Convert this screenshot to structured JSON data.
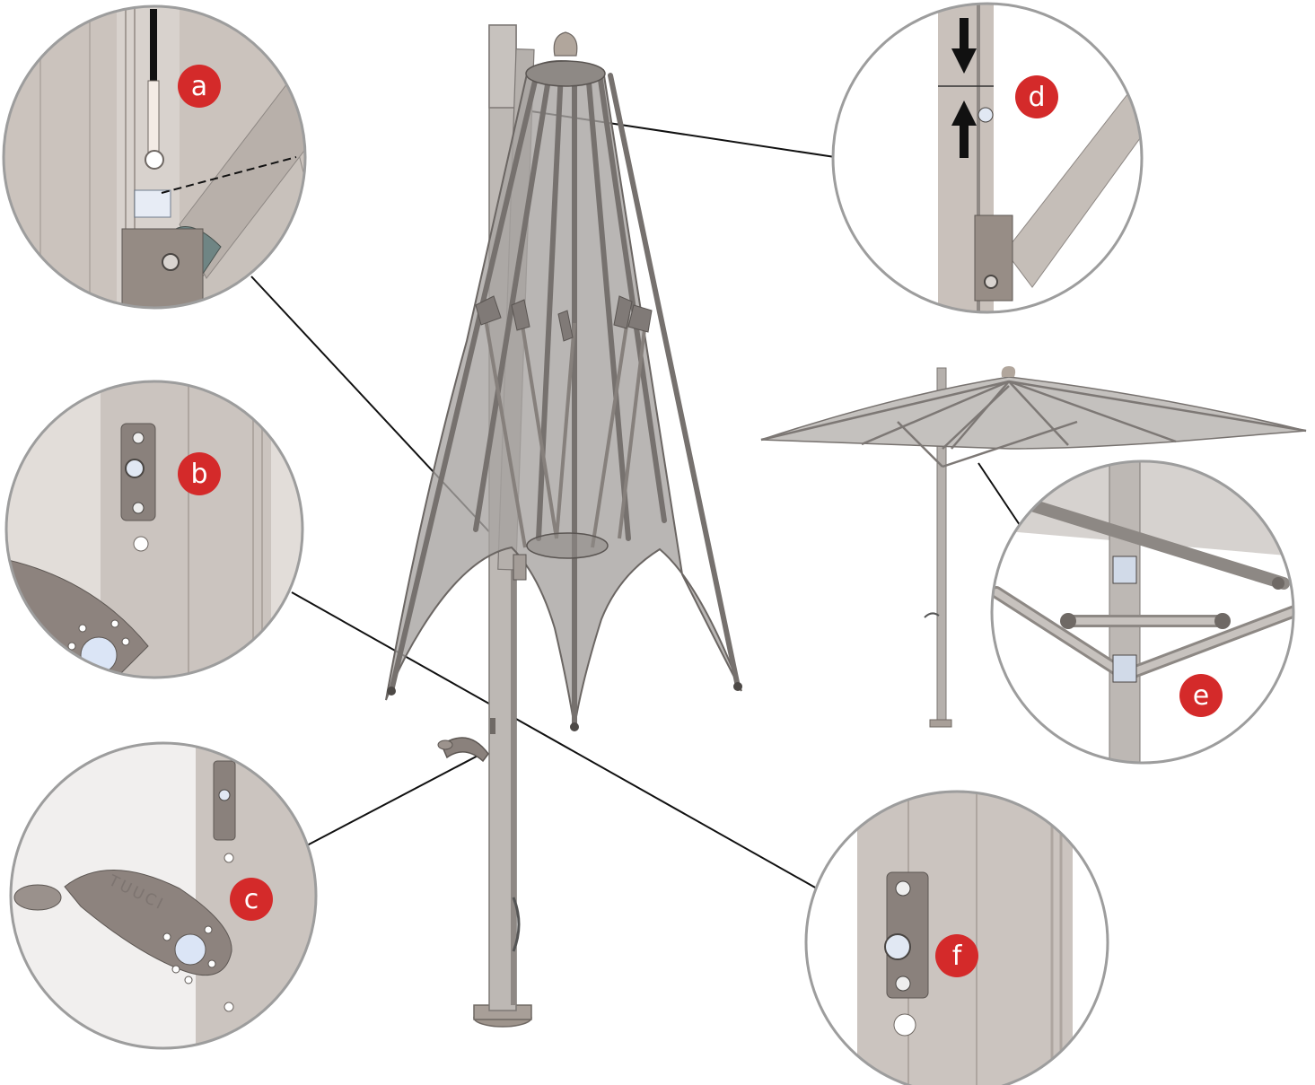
{
  "colors": {
    "background": "#ffffff",
    "marker": "#d42a2a",
    "pole": "#b9b4b0",
    "pole_dark": "#8f8985",
    "canopy": "#a9a6a3",
    "frame": "#7d7875",
    "circle_border": "#9d9d9d",
    "circle_fill": "#cbc4bf",
    "leader": "#111111"
  },
  "markers": {
    "a": "a",
    "b": "b",
    "c": "c",
    "d": "d",
    "e": "e",
    "f": "f"
  },
  "handle_brand": "TUUCI",
  "icons": [
    "arrow-down-icon",
    "arrow-up-icon"
  ]
}
